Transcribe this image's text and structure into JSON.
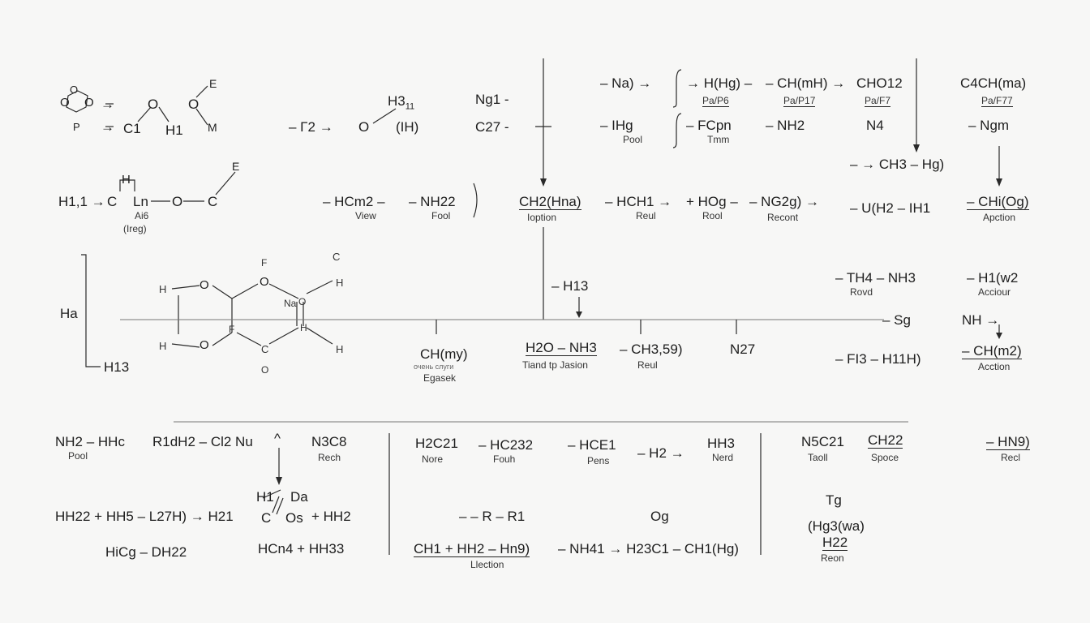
{
  "colors": {
    "background": "#f7f7f6",
    "ink": "#222222"
  },
  "top_left": {
    "ring_atoms": [
      "O",
      "O",
      "O",
      "P"
    ],
    "c1": "C1",
    "o1": "O",
    "h1": "H1",
    "e": "E",
    "o2": "O",
    "m": "M",
    "f2": "– Γ2 →",
    "h311": "H3",
    "h311_sub": "11",
    "o3": "O",
    "ih": "(IH)",
    "ng1": "Ng1 -",
    "c27": "C27 -"
  },
  "top_right": {
    "na": "– Na) →",
    "hhg": "→ H(Hg) –",
    "hhg_label": "Pa/P6",
    "chmh": "– CH(mH) →",
    "chmh_label": "Pa/P17",
    "cho12": "CHO12",
    "cho12_label": "Pa/F7",
    "c4ch": "C4CH(mа)",
    "c4ch_label": "Pa/F77",
    "ihg": "– IHg",
    "ihg_label": "Pool",
    "fcpn": "– FCpn",
    "fcpn_label": "Tmm",
    "nh2": "– NH2",
    "n4": "N4",
    "ngm": "– Ngm",
    "ch3": "– → CH3 – Hg)"
  },
  "row2": {
    "h1": "H1,1 →",
    "hbox": "H",
    "c": "C",
    "ln": "Ln",
    "o": "O",
    "c2": "C",
    "e": "E",
    "ais": "Ai6",
    "ireg": "(Ireg)",
    "hcm2": "– HCm2 –",
    "hcm2_label": "View",
    "nh22": "– NH22",
    "nh22_label": "Fool",
    "ch2": "CH2(Hna)",
    "ch2_label": "Ioption",
    "hch": "– HCH1 →",
    "hch_label": "Reul",
    "hog": "+ HOg –",
    "hog_label": "Rool",
    "ng2g": "– NG2g) →",
    "ng2g_label": "Recont",
    "uh2": "– U(H2 – IH1",
    "chi": "– CHi(Og)",
    "chi_label": "Apction"
  },
  "middle": {
    "ha": "Ha",
    "h13": "H13",
    "struct": [
      "H",
      "O",
      "O",
      "F",
      "C",
      "H",
      "Na",
      "O",
      "H",
      "O",
      "F",
      "H",
      "C",
      "O",
      "H"
    ],
    "th": "– TH4 – NH3",
    "th_label": "Rovd",
    "h1w2": "– H1(w2",
    "h1w2_label": "Acciour",
    "h13b": "– H13",
    "sg": "– Sg",
    "nh": "NH →",
    "chmy": "CH(my)",
    "chmy_label1": "очень слуги",
    "chmy_label2": "Egasek",
    "h2o": "H2O – NH3",
    "h2o_label": "Tiand tp Jasion",
    "ch2b": "– CH3,59)",
    "ch2b_label": "Reul",
    "n27": "N27",
    "fi3": "– FI3 – H11H)",
    "chm2": "– CH(m2)",
    "chm2_label": "Acction"
  },
  "bottom": {
    "nh2hh": "NH2 – HHc",
    "nh2hh_label": "Pool",
    "r1h2": "R1dH2 – Cl2 Nu",
    "up": "^",
    "n3c8": "N3C8",
    "n3c8_label": "Rech",
    "h2c21": "H2C21",
    "h2c21_label": "Nore",
    "hc232": "– HC232",
    "hc232_label": "Fouh",
    "hce1": "– HCE1",
    "hce1_label": "Pens",
    "h2arrow": "– H2 →",
    "hh3": "HH3",
    "hh3_label": "Nerd",
    "n5c21": "N5C21",
    "n5c21_label": "Taoll",
    "ch2sq": "CH22",
    "ch2sq_label": "Spoce",
    "hn9": "– HN9)",
    "hn9_label": "Recl",
    "hh22": "HH22 + HH5 – L27H) → H21",
    "h1da": "H1",
    "da": "Da",
    "cos": "C",
    "os": "Os",
    "hh2": "+ HH2",
    "r1": "– – R – R1",
    "og": "Og",
    "tg": "Tg",
    "hg3wa": "(Hg3(wa)",
    "h22": "H22",
    "h22_label": "Reon",
    "hicg": "HiCg – DH22",
    "hcn4": "HCn4 + HH33",
    "ch1hh": "CH1 + HH2 – Hn9)",
    "ch1hh_label": "Llection",
    "nh41": "– NH41 → H23C1 – CH1(Hg)"
  }
}
